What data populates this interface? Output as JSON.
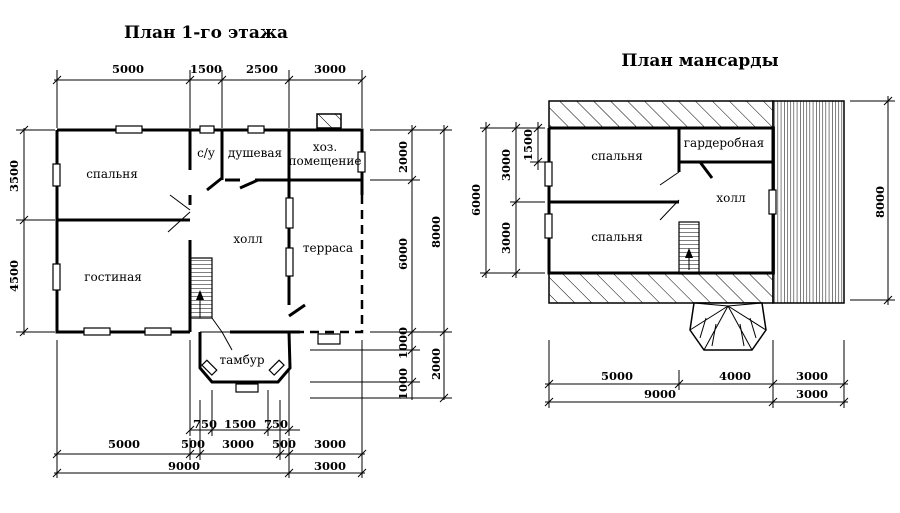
{
  "plan1": {
    "title": "План 1-го этажа",
    "rooms": {
      "bedroom": "спальня",
      "wc": "с/у",
      "shower": "душевая",
      "utility_line1": "хоз.",
      "utility_line2": "помещение",
      "hall": "холл",
      "terrace": "терраса",
      "living": "гостиная",
      "vestibule": "тамбур"
    },
    "dims_top": [
      "5000",
      "1500",
      "2500",
      "3000"
    ],
    "dims_left": [
      "3500",
      "4500"
    ],
    "dims_right": [
      "2000",
      "6000",
      "8000",
      "1000",
      "2000",
      "1000"
    ],
    "dims_vestibule": [
      "750",
      "1500",
      "750"
    ],
    "dims_bottom_row1": [
      "5000",
      "500",
      "3000",
      "500",
      "3000"
    ],
    "dims_bottom_row2": [
      "9000",
      "3000"
    ]
  },
  "plan2": {
    "title": "План мансарды",
    "rooms": {
      "bedroom_top": "спальня",
      "wardrobe": "гардеробная",
      "hall": "холл",
      "bedroom_bottom": "спальня"
    },
    "dims_left": [
      "1500",
      "3000",
      "6000",
      "3000"
    ],
    "dims_right": [
      "8000"
    ],
    "dims_bottom_row1": [
      "5000",
      "4000",
      "3000"
    ],
    "dims_bottom_row2": [
      "9000",
      "3000"
    ]
  }
}
